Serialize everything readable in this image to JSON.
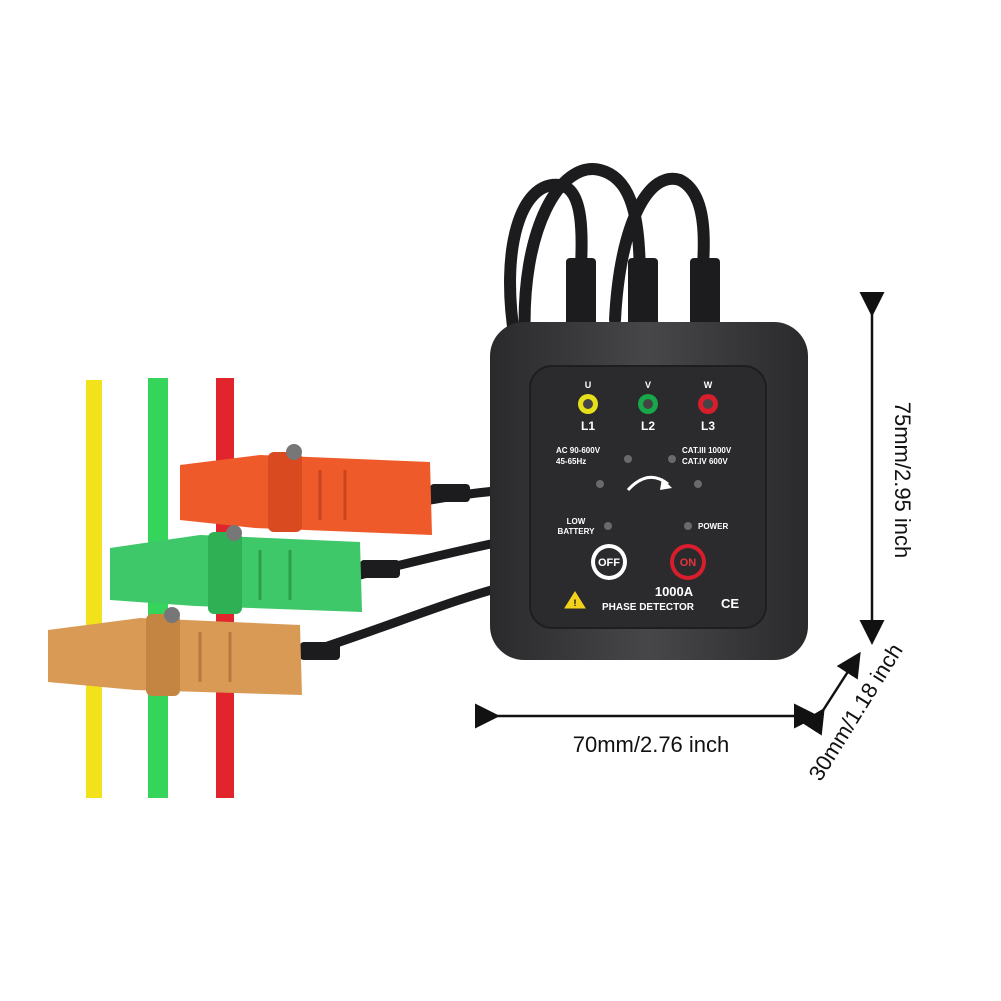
{
  "device": {
    "terminals": [
      {
        "top": "U",
        "bottom": "L1",
        "color": "#e6e01a"
      },
      {
        "top": "V",
        "bottom": "L2",
        "color": "#18a84a"
      },
      {
        "top": "W",
        "bottom": "L3",
        "color": "#d81e2c"
      }
    ],
    "spec_left_1": "AC 90-600V",
    "spec_left_2": "45-65Hz",
    "spec_right_1": "CAT.III  1000V",
    "spec_right_2": "CAT.IV  600V",
    "low_battery_1": "LOW",
    "low_battery_2": "BATTERY",
    "power_label": "POWER",
    "off_label": "OFF",
    "on_label": "ON",
    "model": "1000A",
    "name": "PHASE DETECTOR",
    "ce_mark": "CE",
    "warning_icon": "warning-triangle-icon"
  },
  "dimensions": {
    "height": "75mm/2.95 inch",
    "width": "70mm/2.76 inch",
    "depth": "30mm/1.18 inch"
  },
  "colors": {
    "body": "#3a3a3c",
    "panel": "#2b2b2d",
    "clip_red": "#ee5a2a",
    "clip_green": "#3ec86a",
    "clip_orange": "#d99a55",
    "wire_yellow": "#f2e21c",
    "wire_green": "#35d45a",
    "wire_red": "#e2242c"
  }
}
